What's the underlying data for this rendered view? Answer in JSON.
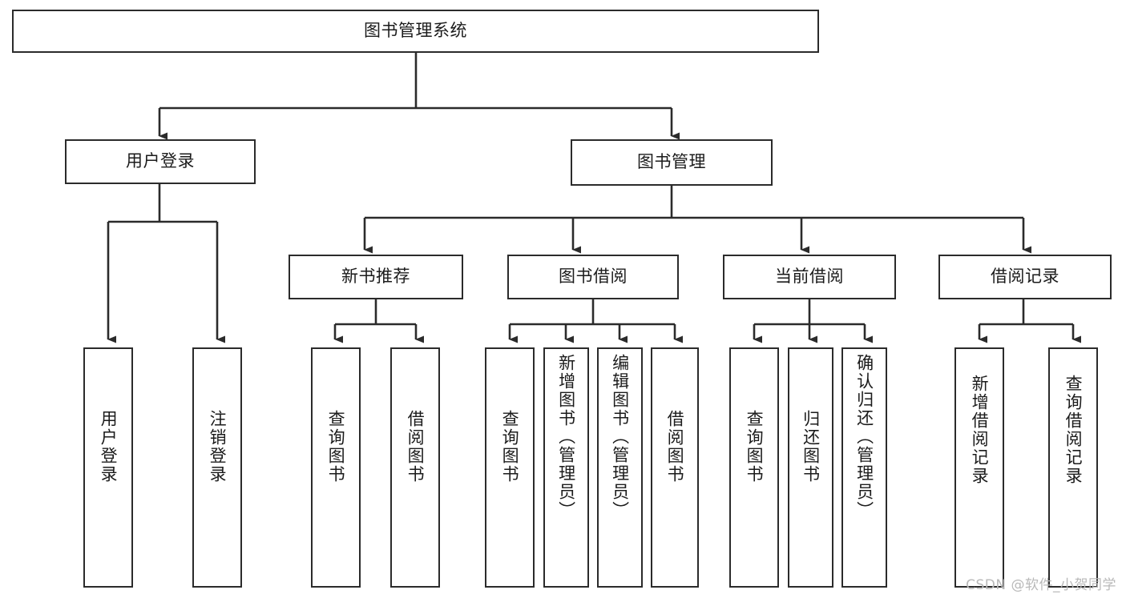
{
  "diagram": {
    "title": "图书管理系统",
    "type": "hierarchy-tree",
    "colors": {
      "background": "#ffffff",
      "box_border": "#2b2b2b",
      "box_fill": "#ffffff",
      "connector": "#2b2b2b",
      "text": "#1b1b1b",
      "watermark": "#b9b9b9"
    },
    "root": {
      "label": "图书管理系统",
      "orientation": "horizontal"
    },
    "level2": [
      {
        "label": "用户登录",
        "orientation": "horizontal"
      },
      {
        "label": "图书管理",
        "orientation": "horizontal"
      }
    ],
    "level3": [
      {
        "label": "新书推荐",
        "orientation": "horizontal"
      },
      {
        "label": "图书借阅",
        "orientation": "horizontal"
      },
      {
        "label": "当前借阅",
        "orientation": "horizontal"
      },
      {
        "label": "借阅记录",
        "orientation": "horizontal"
      }
    ],
    "leaves": {
      "user_login": [
        {
          "label": "用户登录",
          "orientation": "vertical"
        },
        {
          "label": "注销登录",
          "orientation": "vertical"
        }
      ],
      "new_book_recommend": [
        {
          "label": "查询图书",
          "orientation": "vertical"
        },
        {
          "label": "借阅图书",
          "orientation": "vertical"
        }
      ],
      "book_borrow": [
        {
          "label": "查询图书",
          "orientation": "vertical"
        },
        {
          "label": "新增图书（管理员）",
          "orientation": "vertical"
        },
        {
          "label": "编辑图书（管理员）",
          "orientation": "vertical"
        },
        {
          "label": "借阅图书",
          "orientation": "vertical"
        }
      ],
      "current_borrow": [
        {
          "label": "查询图书",
          "orientation": "vertical"
        },
        {
          "label": "归还图书",
          "orientation": "vertical"
        },
        {
          "label": "确认归还（管理员）",
          "orientation": "vertical"
        }
      ],
      "borrow_record": [
        {
          "label": "新增借阅记录",
          "orientation": "vertical"
        },
        {
          "label": "查询借阅记录",
          "orientation": "vertical"
        }
      ]
    },
    "watermark": "CSDN @软件_小贺同学"
  }
}
